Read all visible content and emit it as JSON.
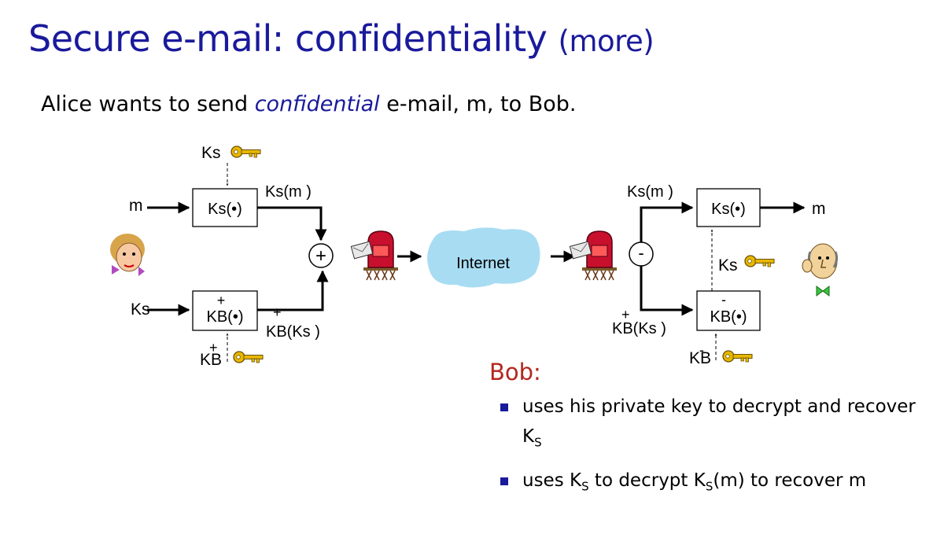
{
  "title": {
    "main": "Secure e-mail: confidentiality",
    "suffix": "(more)"
  },
  "subtitle": {
    "before": "Alice wants to send",
    "emphasis": "confidential",
    "after": "e-mail, m, to Bob."
  },
  "sender": {
    "input_message": "m",
    "ks_label": "Ks",
    "session_key_input": "Ks",
    "box_encrypt": "Ks(•)",
    "box_pubkey": "KB(•)",
    "box_pubkey_sup": "+",
    "out_msg": "Ks(m )",
    "out_key": "KB(Ks )",
    "out_key_sup": "+",
    "kb_label": "KB",
    "kb_sup": "+",
    "combine_symbol": "+"
  },
  "network": {
    "cloud_label": "Internet"
  },
  "receiver": {
    "split_symbol": "-",
    "in_msg": "Ks(m )",
    "in_key": "KB(Ks )",
    "in_key_sup": "+",
    "box_decrypt": "Ks(•)",
    "box_privkey": "KB(•)",
    "box_privkey_sup": "-",
    "ks_label": "Ks",
    "kb_label": "KB",
    "kb_sup": "-",
    "output_message": "m"
  },
  "bob": {
    "heading": "Bob:",
    "item1_text": "uses his private key to decrypt and recover K",
    "item1_sub": "S",
    "item2_a": "uses K",
    "item2_sub1": "S",
    "item2_b": " to decrypt K",
    "item2_sub2": "S",
    "item2_c": "(m) to recover m"
  },
  "colors": {
    "title": "#1a1a9c",
    "bob_heading": "#b3261e",
    "bullet": "#1a1a9c",
    "cloud": "#a8dcf3",
    "key": "#e8b800",
    "mailbox": "#c8102e"
  }
}
